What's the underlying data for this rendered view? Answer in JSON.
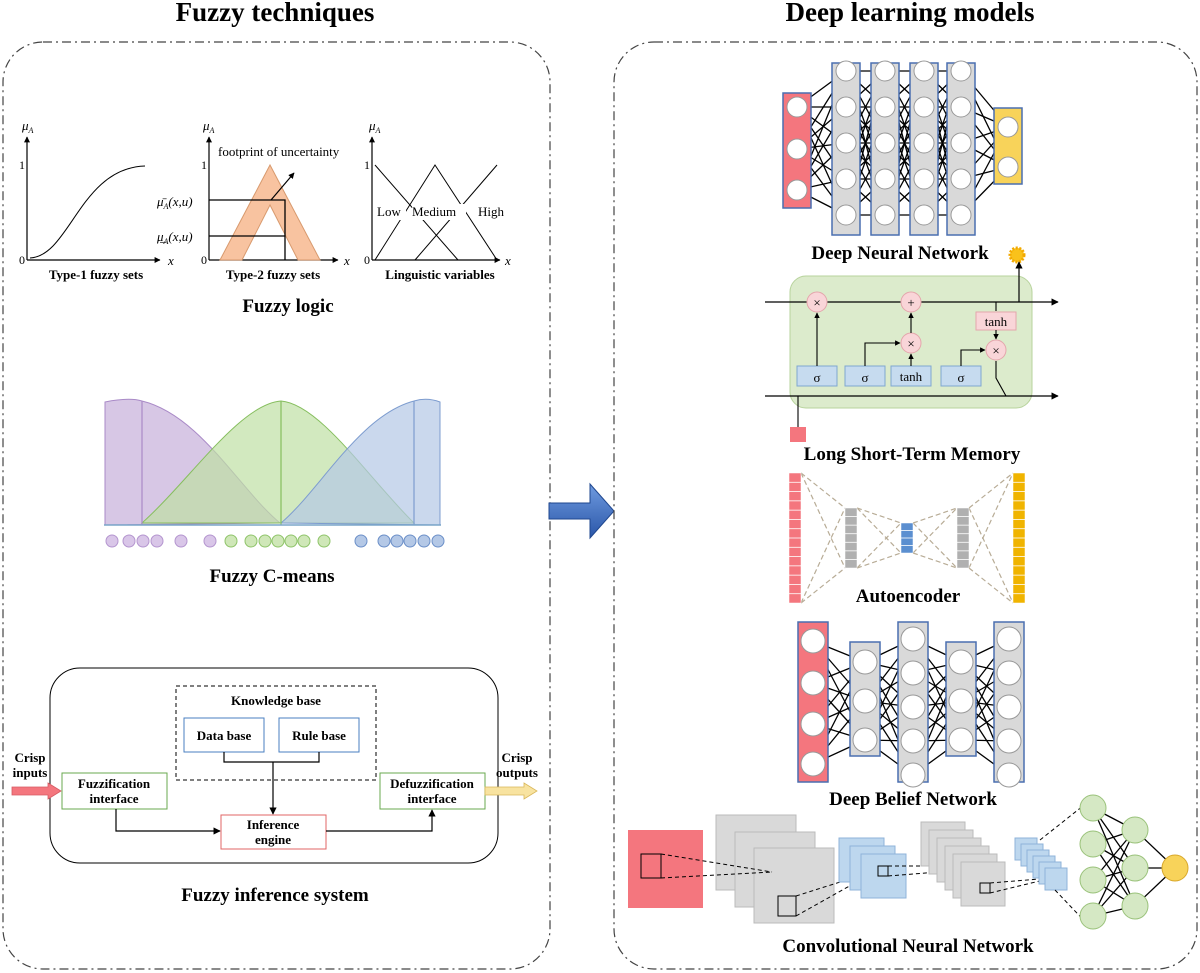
{
  "left_panel": {
    "title": "Fuzzy techniques",
    "fuzzy_logic": {
      "caption": "Fuzzy logic",
      "plot1": {
        "caption": "Type-1 fuzzy sets",
        "ylabel": "μ",
        "ysub": "A",
        "xlabel": "x",
        "tick_one": "1",
        "tick_zero": "0"
      },
      "plot2": {
        "caption": "Type-2 fuzzy sets",
        "ylabel": "μ",
        "ysub": "A",
        "xlabel": "x",
        "tick_one": "1",
        "tick_zero": "0",
        "annotation": "footprint of uncertainty",
        "upper_label": "μ̄",
        "upper_expr": "(x,u)",
        "lower_label": "μ̲",
        "lower_expr": "(x,u)",
        "label_sub": "A"
      },
      "plot3": {
        "caption": "Linguistic variables",
        "ylabel": "μ",
        "ysub": "A",
        "xlabel": "x",
        "tick_one": "1",
        "tick_zero": "0",
        "terms": [
          "Low",
          "Medium",
          "High"
        ]
      }
    },
    "fcm": {
      "caption": "Fuzzy C-means",
      "colors": {
        "purple": "#c9b4dc",
        "green": "#bfe0a4",
        "blue": "#b4c8e6"
      }
    },
    "fis": {
      "caption": "Fuzzy inference system",
      "knowledge_base": "Knowledge base",
      "data_base": "Data base",
      "rule_base": "Rule base",
      "crisp_inputs": [
        "Crisp",
        "inputs"
      ],
      "crisp_outputs": [
        "Crisp",
        "outputs"
      ],
      "fuzzification": [
        "Fuzzification",
        "interface"
      ],
      "defuzzification": [
        "Defuzzification",
        "interface"
      ],
      "inference": [
        "Inference",
        "engine"
      ]
    }
  },
  "right_panel": {
    "title": "Deep learning models",
    "dnn": {
      "caption": "Deep Neural Network"
    },
    "lstm": {
      "caption": "Long Short-Term Memory",
      "sigma": "σ",
      "tanh": "tanh",
      "times": "×",
      "plus": "+"
    },
    "ae": {
      "caption": "Autoencoder"
    },
    "dbn": {
      "caption": "Deep Belief Network"
    },
    "cnn": {
      "caption": "Convolutional Neural Network"
    }
  },
  "colors": {
    "input_red": "#f4767e",
    "output_yellow": "#f8d35a",
    "hidden_gray": "#d9d9d9",
    "lstm_green": "#dcebcc",
    "lstm_pink": "#f9d5d8",
    "lstm_blue": "#c6dbef",
    "fis_green": "#6aa84f",
    "fis_red": "#e06666",
    "arrow_blue": "#3f6fbf",
    "cnn_blue": "#bdd7ee",
    "cnn_green": "#d5e8c4"
  }
}
